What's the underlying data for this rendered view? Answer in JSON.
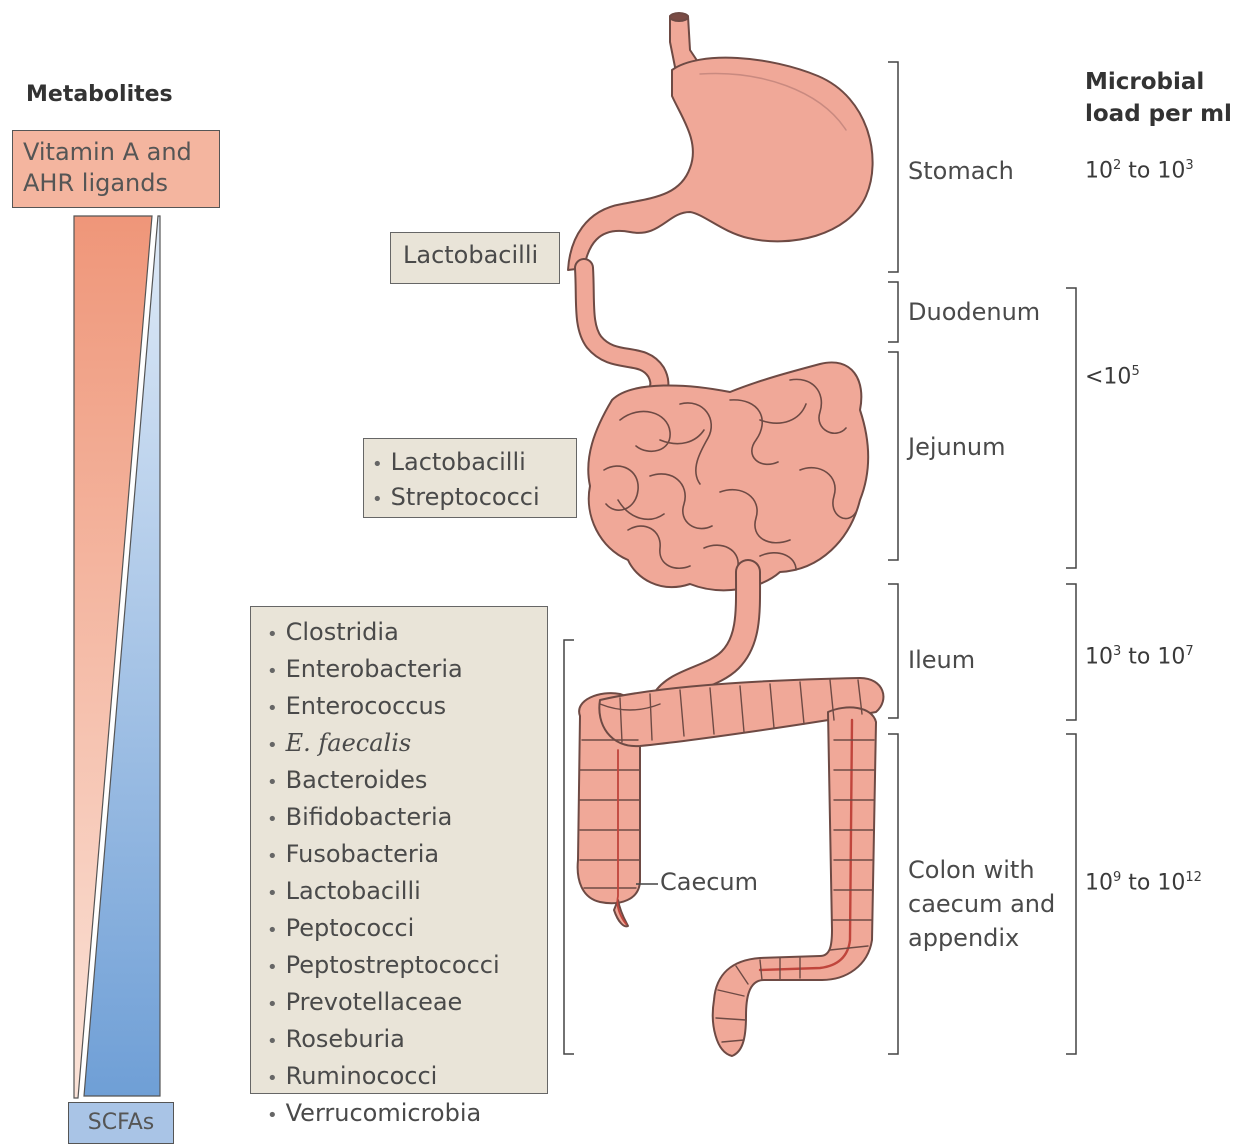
{
  "metabolites": {
    "heading": "Metabolites",
    "top_label": "Vitamin A and AHR ligands",
    "bottom_label": "SCFAs",
    "top_color": "#ef9679",
    "bottom_color": "#6f9fd6"
  },
  "bacteria_labels": {
    "stomach_tag": "Lactobacilli",
    "small_intestine": [
      "Lactobacilli",
      "Streptococci"
    ],
    "colon": [
      "Clostridia",
      "Enterobacteria",
      "Enterococcus",
      "E. faecalis",
      "Bacteroides",
      "Bifidobacteria",
      "Fusobacteria",
      "Lactobacilli",
      "Peptococci",
      "Peptostreptococci",
      "Prevotellaceae",
      "Roseburia",
      "Ruminococci",
      "Verrucomicrobia"
    ]
  },
  "anatomy": {
    "caecum_label": "Caecum",
    "regions": [
      "Stomach",
      "Duodenum",
      "Jejunum",
      "Ileum",
      "Colon with caecum and appendix"
    ],
    "organ_color": "#f0a898"
  },
  "microbial_load": {
    "heading_line1": "Microbial",
    "heading_line2": "load per ml",
    "stomach": {
      "base1": "10",
      "exp1": "2",
      "mid": " to ",
      "base2": "10",
      "exp2": "3"
    },
    "upper_small_intestine": {
      "prefix": "<10",
      "exp": "5"
    },
    "ileum": {
      "base1": "10",
      "exp1": "3",
      "mid": " to ",
      "base2": "10",
      "exp2": "7"
    },
    "colon": {
      "base1": "10",
      "exp1": "9",
      "mid": " to ",
      "base2": "10",
      "exp2": "12"
    }
  }
}
